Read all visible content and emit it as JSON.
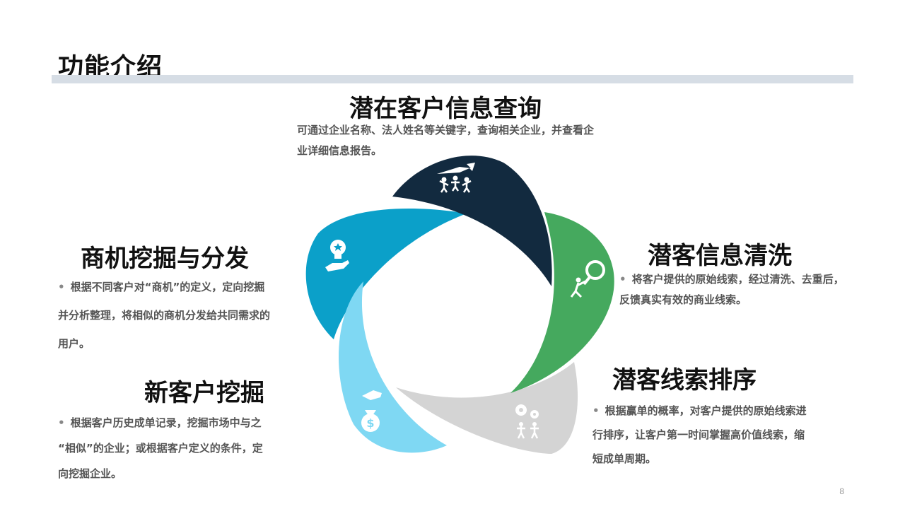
{
  "page": {
    "title": "功能介绍",
    "page_number": "8"
  },
  "colors": {
    "navy": "#122a3f",
    "green": "#45a95e",
    "grey": "#d4d4d4",
    "light_blue": "#7fd8f3",
    "teal": "#0ba0c9",
    "title_bar": "#d6dde5"
  },
  "sections": {
    "top": {
      "heading": "潜在客户信息查询",
      "lines": [
        "可通过企业名称、法人姓名等关键字，查询相关企业，并查看企",
        "业详细信息报告。"
      ],
      "icon": "team-growth-icon"
    },
    "right_top": {
      "heading": "潜客信息清洗",
      "lines": [
        "将客户提供的原始线索，经过清洗、去重后，",
        "反馈真实有效的商业线索。"
      ],
      "icon": "person-pushing-magnifier-icon"
    },
    "right_bottom": {
      "heading": "潜客线索排序",
      "lines": [
        "根据赢单的概率，对客户提供的原始线索进",
        "行排序，让客户第一时间掌握高价值线索，缩",
        "短成单周期。"
      ],
      "icon": "gears-team-icon"
    },
    "left_top": {
      "heading": "商机挖掘与分发",
      "lines": [
        "根据不同客户对“商机”的定义，定向挖掘",
        "并分析整理，将相似的商机分发给共同需求的",
        "用户。"
      ],
      "icon": "lightbulb-hand-icon"
    },
    "left_bottom": {
      "heading": "新客户挖掘",
      "lines": [
        "根据客户历史成单记录，挖掘市场中与之",
        "“相似”的企业；或根据客户定义的条件，定",
        "向挖掘企业。"
      ],
      "icon": "money-bag-hand-icon"
    }
  }
}
